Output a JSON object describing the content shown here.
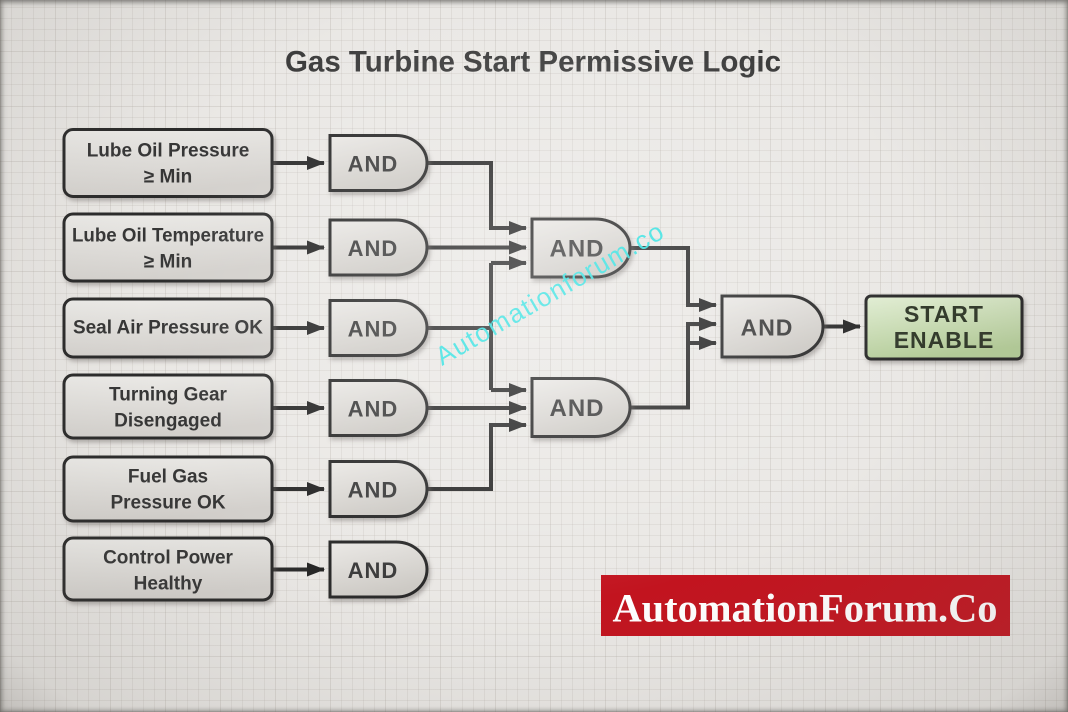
{
  "title": "Gas Turbine Start Permissive Logic",
  "watermark_text": "Automationforum.co",
  "banner": {
    "label": "AutomationForum.Co",
    "bg_color": "#c2141f",
    "text_color": "#ffffff"
  },
  "inputs": [
    {
      "line1": "Lube Oil Pressure",
      "line2": "≥ Min"
    },
    {
      "line1": "Lube Oil Temperature",
      "line2": "≥ Min"
    },
    {
      "line1": "Seal Air Pressure OK"
    },
    {
      "line1": "Turning Gear",
      "line2": "Disengaged"
    },
    {
      "line1": "Fuel Gas",
      "line2": "Pressure OK"
    },
    {
      "line1": "Control Power",
      "line2": "Healthy"
    }
  ],
  "gates": {
    "input_gates": [
      "AND",
      "AND",
      "AND",
      "AND",
      "AND",
      "AND"
    ],
    "mid_gates": [
      "AND",
      "AND"
    ],
    "final_gate": "AND"
  },
  "output": {
    "line1": "START",
    "line2": "ENABLE"
  },
  "colors": {
    "background": "#eae8e5",
    "wire": "#2b2b2b",
    "watermark": "#2fe1e1",
    "start_enable_fill": "#c9dcab",
    "banner_red": "#c2141f"
  }
}
